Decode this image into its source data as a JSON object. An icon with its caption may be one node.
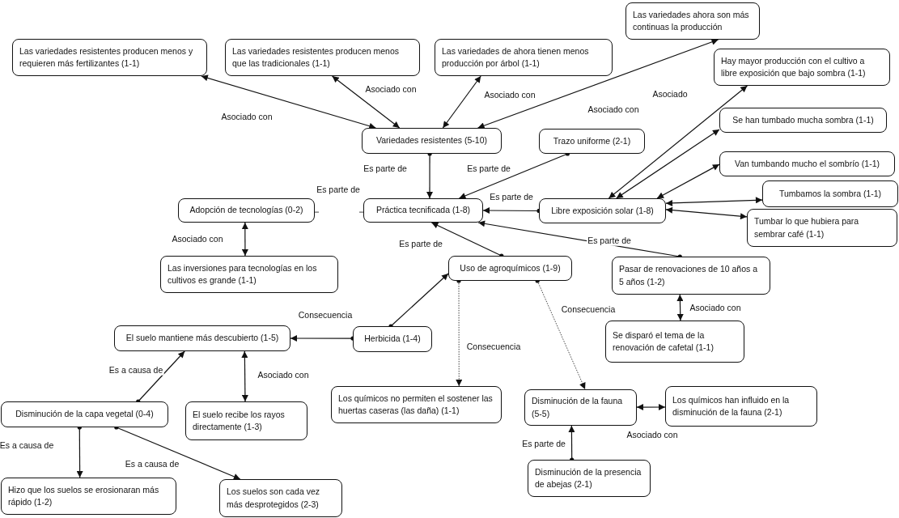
{
  "diagram": {
    "nodes": [
      {
        "text": [
          "Las variedades resistentes producen menos y requieren más fertilizantes (1-1)"
        ]
      },
      {
        "text": [
          "Las variedades resistentes producen menos que las tradicionales (1-1)"
        ]
      },
      {
        "text": [
          "Las variedades de ahora tienen menos producción por árbol (1-1)"
        ]
      },
      {
        "text": [
          "Las variedades ahora son más continuas la producción"
        ]
      },
      {
        "text": [
          "Hay mayor producción con el cultivo a libre exposición que bajo sombra (1-1)"
        ]
      },
      {
        "text": [
          "Variedades resistentes (5-10)"
        ]
      },
      {
        "text": [
          "Trazo uniforme (2-1)"
        ]
      },
      {
        "text": [
          "Se han tumbado mucha sombra (1-1)"
        ]
      },
      {
        "text": [
          "Van tumbando mucho el sombrío (1-1)"
        ]
      },
      {
        "text": [
          "Adopción de tecnologías (0-2)"
        ]
      },
      {
        "text": [
          "Práctica tecnificada (1-8)"
        ]
      },
      {
        "text": [
          "Libre exposición solar (1-8)"
        ]
      },
      {
        "text": [
          "Tumbamos la sombra (1-1)"
        ]
      },
      {
        "text": [
          "Tumbar lo que hubiera para sembrar café (1-1)"
        ]
      },
      {
        "text": [
          "Las inversiones para tecnologías en los cultivos es grande (1-1)"
        ]
      },
      {
        "text": [
          "Uso de agroquímicos (1-9)"
        ]
      },
      {
        "text": [
          "Pasar de renovaciones de 10 años a 5 años (1-2)"
        ]
      },
      {
        "text": [
          "El suelo mantiene más descubierto (1-5)"
        ]
      },
      {
        "text": [
          "Herbicida (1-4)"
        ]
      },
      {
        "text": [
          "Se disparó el tema de la renovación de cafetal (1-1)"
        ]
      },
      {
        "text": [
          "Disminución de la capa vegetal (0-4)"
        ]
      },
      {
        "text": [
          "El suelo recibe los rayos directamente (1-3)"
        ]
      },
      {
        "text": [
          "Los químicos no permiten el sostener las huertas caseras (las daña) (1-1)"
        ]
      },
      {
        "text": [
          "Disminución de la fauna (5-5)"
        ]
      },
      {
        "text": [
          "Los químicos han influido en la disminución de la fauna (2-1)"
        ]
      },
      {
        "text": [
          "Hizo que los suelos se erosionaran más rápido (1-2)"
        ]
      },
      {
        "text": [
          "Los suelos son cada vez más desprotegidos (2-3)"
        ]
      },
      {
        "text": [
          "Disminución de la presencia de abejas (2-1)"
        ]
      }
    ],
    "edges": [
      {
        "from": 5,
        "to": 0,
        "arrow": "both",
        "label": "Asociado con"
      },
      {
        "from": 5,
        "to": 1,
        "arrow": "both",
        "label": "Asociado con"
      },
      {
        "from": 5,
        "to": 2,
        "arrow": "both",
        "label": "Asociado con"
      },
      {
        "from": 5,
        "to": 3,
        "arrow": "both",
        "label": "Asociado con"
      },
      {
        "from": 5,
        "to": 10,
        "arrow": "to",
        "label": "Es parte de"
      },
      {
        "from": 6,
        "to": 10,
        "arrow": "to",
        "label": "Es parte de"
      },
      {
        "from": 11,
        "to": 10,
        "arrow": "to",
        "label": "Es parte de"
      },
      {
        "from": 9,
        "to": 10,
        "arrow": "none",
        "label": "Es parte de",
        "style": "dashed"
      },
      {
        "from": 15,
        "to": 10,
        "arrow": "to",
        "label": "Es parte de"
      },
      {
        "from": 16,
        "to": 10,
        "arrow": "to",
        "label": "Es parte de"
      },
      {
        "from": 11,
        "to": 4,
        "arrow": "both",
        "label": "Asociado"
      },
      {
        "from": 11,
        "to": 7,
        "arrow": "both"
      },
      {
        "from": 11,
        "to": 8,
        "arrow": "both"
      },
      {
        "from": 11,
        "to": 12,
        "arrow": "both"
      },
      {
        "from": 11,
        "to": 13,
        "arrow": "both"
      },
      {
        "from": 9,
        "to": 14,
        "arrow": "both",
        "label": "Asociado con"
      },
      {
        "from": 18,
        "to": 15,
        "arrow": "to"
      },
      {
        "from": 18,
        "to": 17,
        "arrow": "to",
        "label": "Consecuencia"
      },
      {
        "from": 15,
        "to": 22,
        "arrow": "to",
        "label": "Consecuencia",
        "style": "dashed"
      },
      {
        "from": 15,
        "to": 23,
        "arrow": "to",
        "label": "Consecuencia",
        "style": "dashed"
      },
      {
        "from": 16,
        "to": 19,
        "arrow": "both",
        "label": "Asociado con"
      },
      {
        "from": 20,
        "to": 17,
        "arrow": "to",
        "label": "Es a causa de"
      },
      {
        "from": 17,
        "to": 21,
        "arrow": "both",
        "label": "Asociado con"
      },
      {
        "from": 20,
        "to": 25,
        "arrow": "to",
        "label": "Es a causa de"
      },
      {
        "from": 20,
        "to": 26,
        "arrow": "to",
        "label": "Es a causa de"
      },
      {
        "from": 23,
        "to": 24,
        "arrow": "both",
        "label": "Asociado con"
      },
      {
        "from": 27,
        "to": 23,
        "arrow": "to",
        "label": "Es parte de"
      }
    ]
  }
}
